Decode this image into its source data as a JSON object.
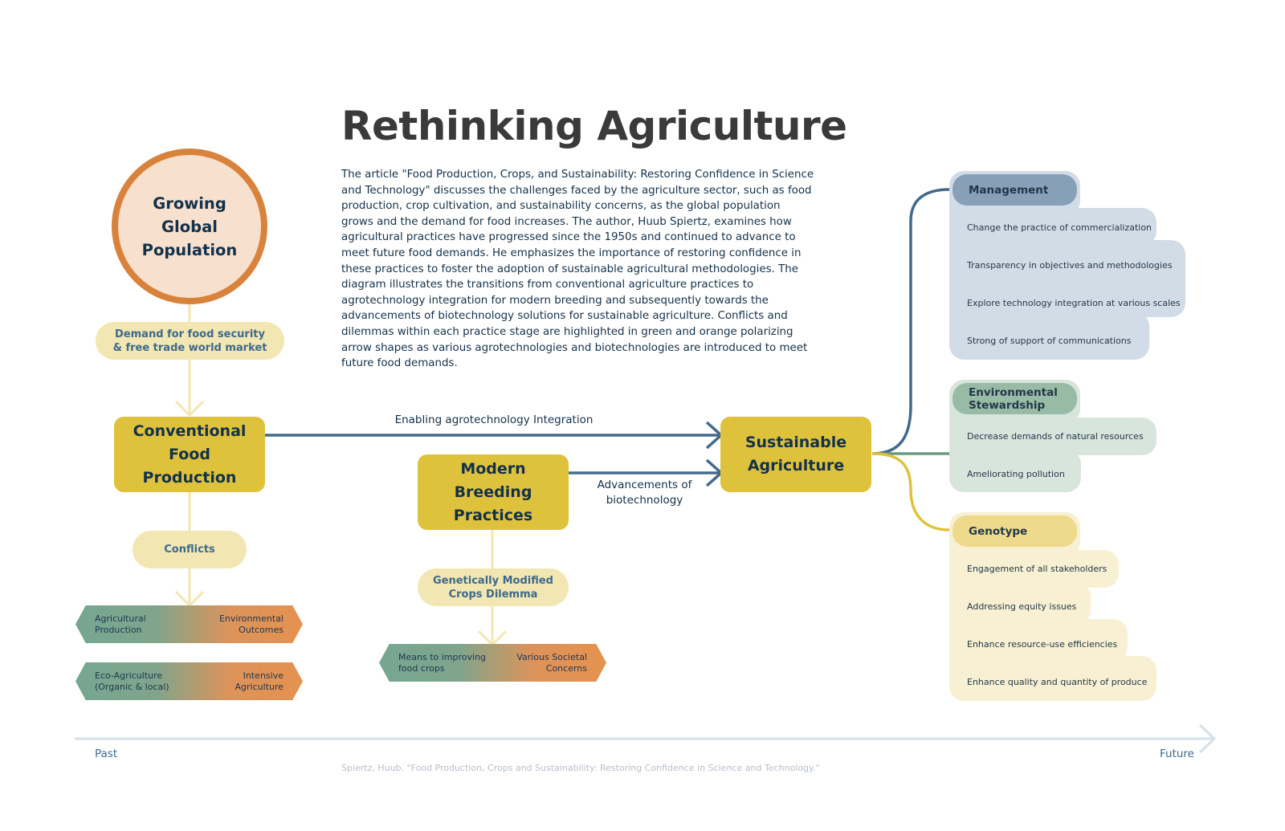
{
  "title": "Rethinking Agriculture",
  "description": "The article \"Food Production, Crops, and Sustainability: Restoring Confidence in Science and Technology\" discusses the challenges faced by the agriculture sector, such as food production, crop cultivation, and sustainability concerns, as the global population grows and the demand for food increases. The author, Huub Spiertz, examines how agricultural practices have progressed since the 1950s and continued to advance to meet future food demands. He emphasizes the importance of restoring confidence in these practices to foster the adoption of sustainable agricultural methodologies. The diagram illustrates the transitions from conventional agriculture practices to agrotechnology integration for modern breeding and subsequently towards the advancements of biotechnology solutions for sustainable agriculture. Conflicts and dilemmas within each practice stage are highlighted in green and orange polarizing arrow shapes as various agrotechnologies and biotechnologies are introduced to meet future food demands.",
  "nodes": {
    "population": "Growing Global Population",
    "demand": "Demand for food security & free trade world market",
    "conventional": "Conventional Food Production",
    "conflicts": "Conflicts",
    "modern": "Modern Breeding Practices",
    "gm_dilemma": "Genetically Modified Crops Dilemma",
    "sustainable": "Sustainable Agriculture"
  },
  "edges": {
    "agrotech": "Enabling agrotechnology Integration",
    "biotech": "Advancements of biotechnology"
  },
  "polarities": [
    {
      "left": "Agricultural Production",
      "right": "Environmental Outcomes"
    },
    {
      "left": "Eco-Agriculture (Organic & local)",
      "right": "Intensive Agriculture"
    },
    {
      "left": "Means to improving food crops",
      "right": "Various Societal Concerns"
    }
  ],
  "panels": {
    "management": {
      "title": "Management",
      "color": "#879fb7",
      "bg": "#d2dce6",
      "items": [
        "Change the practice of commercialization",
        "Transparency in objectives and methodologies",
        "Explore technology integration at various scales",
        "Strong of support of communications"
      ]
    },
    "environment": {
      "title": "Environmental Stewardship",
      "color": "#98bba6",
      "bg": "#d8e5dc",
      "items": [
        "Decrease demands of natural resources",
        "Ameliorating pollution"
      ]
    },
    "genotype": {
      "title": "Genotype",
      "color": "#efd98a",
      "bg": "#f8f0d2",
      "items": [
        "Engagement of all stakeholders",
        "Addressing equity issues",
        "Enhance resource-use efficiencies",
        "Enhance quality and quantity of produce"
      ]
    }
  },
  "timeline": {
    "start": "Past",
    "end": "Future"
  },
  "citation": "Spiertz, Huub. \"Food Production, Crops and Sustainability: Restoring Confidence in Science and Technology.\"",
  "colors": {
    "accent_blue": "#436a8b",
    "accent_green": "#6a9a7e",
    "accent_yellow": "#dfc23c",
    "accent_orange": "#d8823b",
    "pale_yellow": "#f2e6b3",
    "timeline": "#d6e0e8"
  }
}
